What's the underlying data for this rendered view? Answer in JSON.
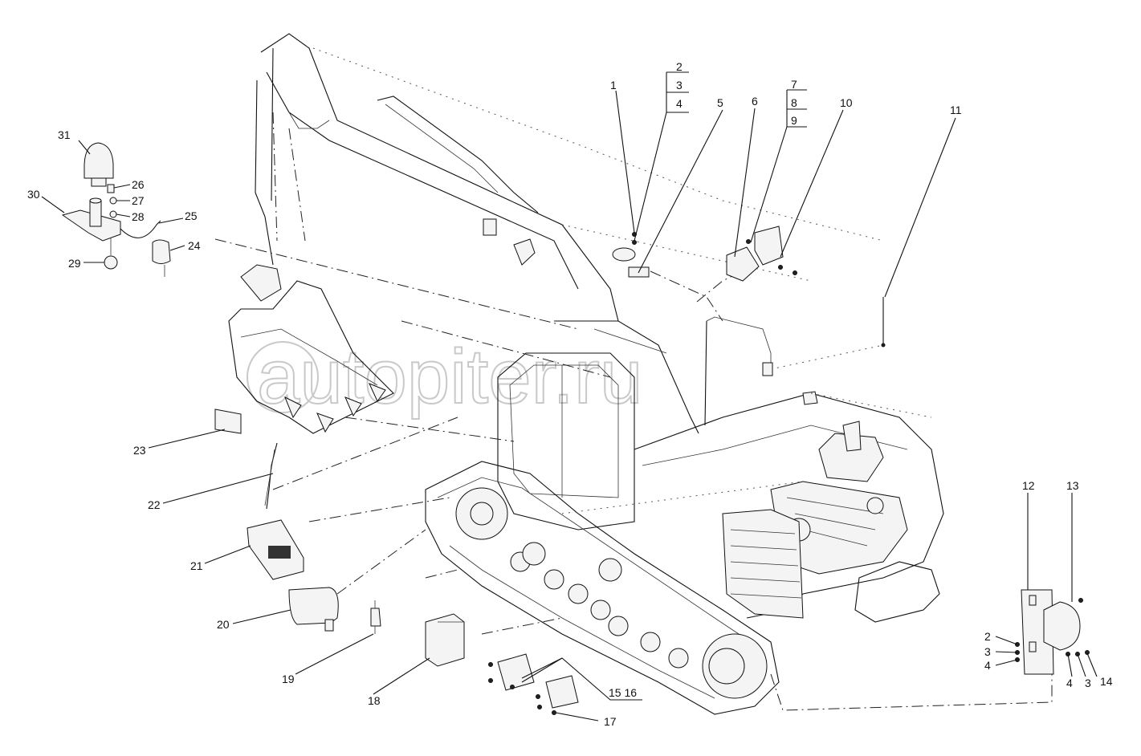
{
  "watermark": "autopiter.ru",
  "labels": {
    "l1": "1",
    "l2": "2",
    "l3": "3",
    "l4": "4",
    "l5": "5",
    "l6": "6",
    "l7": "7",
    "l8": "8",
    "l9": "9",
    "l10": "10",
    "l11": "11",
    "l12": "12",
    "l13": "13",
    "l14": "14",
    "l15_16": "15 16",
    "l17": "17",
    "l18": "18",
    "l19": "19",
    "l20": "20",
    "l21": "21",
    "l22": "22",
    "l23": "23",
    "l24": "24",
    "l25": "25",
    "l26": "26",
    "l27": "27",
    "l28": "28",
    "l29": "29",
    "l30": "30",
    "l31": "31",
    "r2": "2",
    "r3": "3",
    "r4": "4",
    "r4b": "4",
    "r3b": "3"
  }
}
